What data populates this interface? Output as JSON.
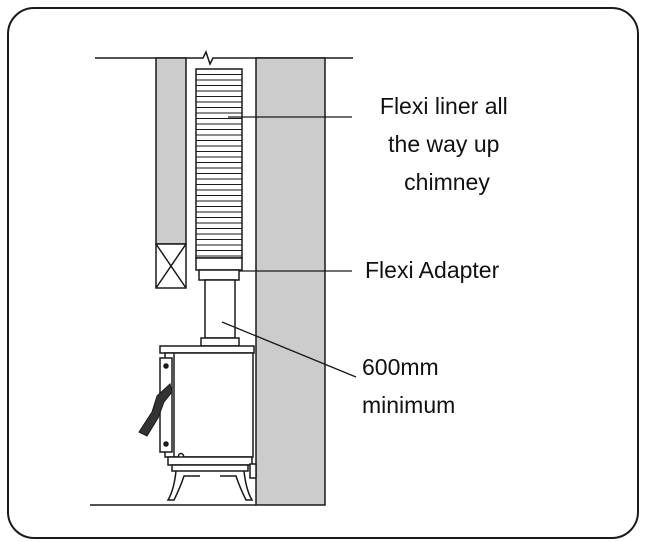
{
  "labels": {
    "flexi_liner": [
      "Flexi liner all",
      "the way up",
      "chimney"
    ],
    "flexi_adapter": "Flexi Adapter",
    "minimum_height": [
      "600mm",
      "minimum"
    ]
  },
  "colors": {
    "wall_fill": "#cccccc",
    "stroke": "#1a1a1a",
    "frame": "#1a1a1a",
    "background": "#ffffff"
  }
}
